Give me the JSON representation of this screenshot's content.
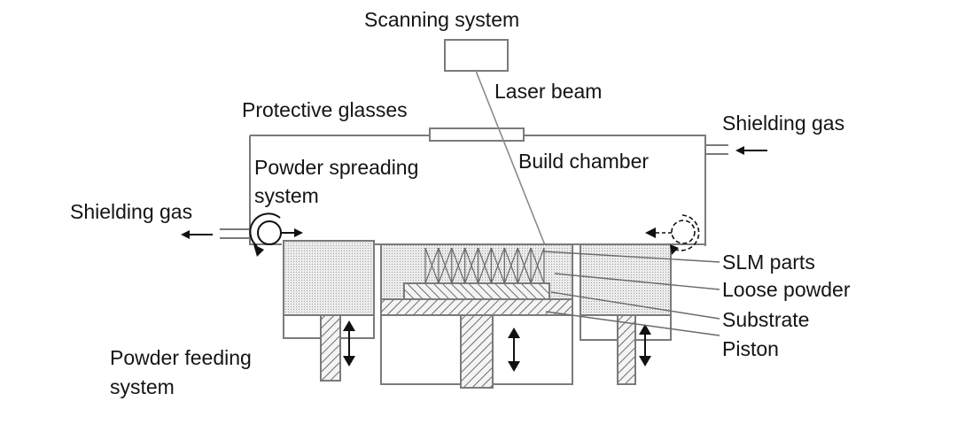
{
  "diagram": {
    "title": "Selective Laser Melting (SLM) machine schematic",
    "labels": {
      "scanning_system": "Scanning system",
      "laser_beam": "Laser beam",
      "protective_glasses": "Protective glasses",
      "shielding_gas_in": "Shielding gas",
      "build_chamber": "Build chamber",
      "powder_spreading_line1": "Powder spreading",
      "powder_spreading_line2": "system",
      "shielding_gas_out": "Shielding gas",
      "slm_parts": "SLM parts",
      "loose_powder": "Loose powder",
      "substrate": "Substrate",
      "piston": "Piston",
      "powder_feeding_line1": "Powder feeding",
      "powder_feeding_line2": "system"
    },
    "components": [
      {
        "id": "scanning-system",
        "kind": "box"
      },
      {
        "id": "laser-beam",
        "kind": "line"
      },
      {
        "id": "protective-glasses",
        "kind": "window"
      },
      {
        "id": "build-chamber",
        "kind": "enclosure"
      },
      {
        "id": "powder-spreading-roller",
        "kind": "roller",
        "direction": "right"
      },
      {
        "id": "roller-return-position",
        "kind": "roller-ghost",
        "direction": "left"
      },
      {
        "id": "powder-feed-cylinder",
        "kind": "cylinder",
        "fill": "powder"
      },
      {
        "id": "build-cylinder",
        "kind": "cylinder",
        "fill": "powder"
      },
      {
        "id": "overflow-cylinder",
        "kind": "cylinder",
        "fill": "powder"
      },
      {
        "id": "slm-parts",
        "kind": "lattice"
      },
      {
        "id": "substrate",
        "kind": "plate",
        "fill": "hatched"
      },
      {
        "id": "build-piston",
        "kind": "piston",
        "motion": "up-down"
      },
      {
        "id": "feed-piston",
        "kind": "piston",
        "motion": "up-down"
      },
      {
        "id": "overflow-piston",
        "kind": "piston",
        "motion": "up-down"
      }
    ],
    "colors": {
      "line": "#7a7a7a",
      "dark": "#111111",
      "powder": "#e4e4e4",
      "hatch": "#8a8a8a"
    }
  }
}
